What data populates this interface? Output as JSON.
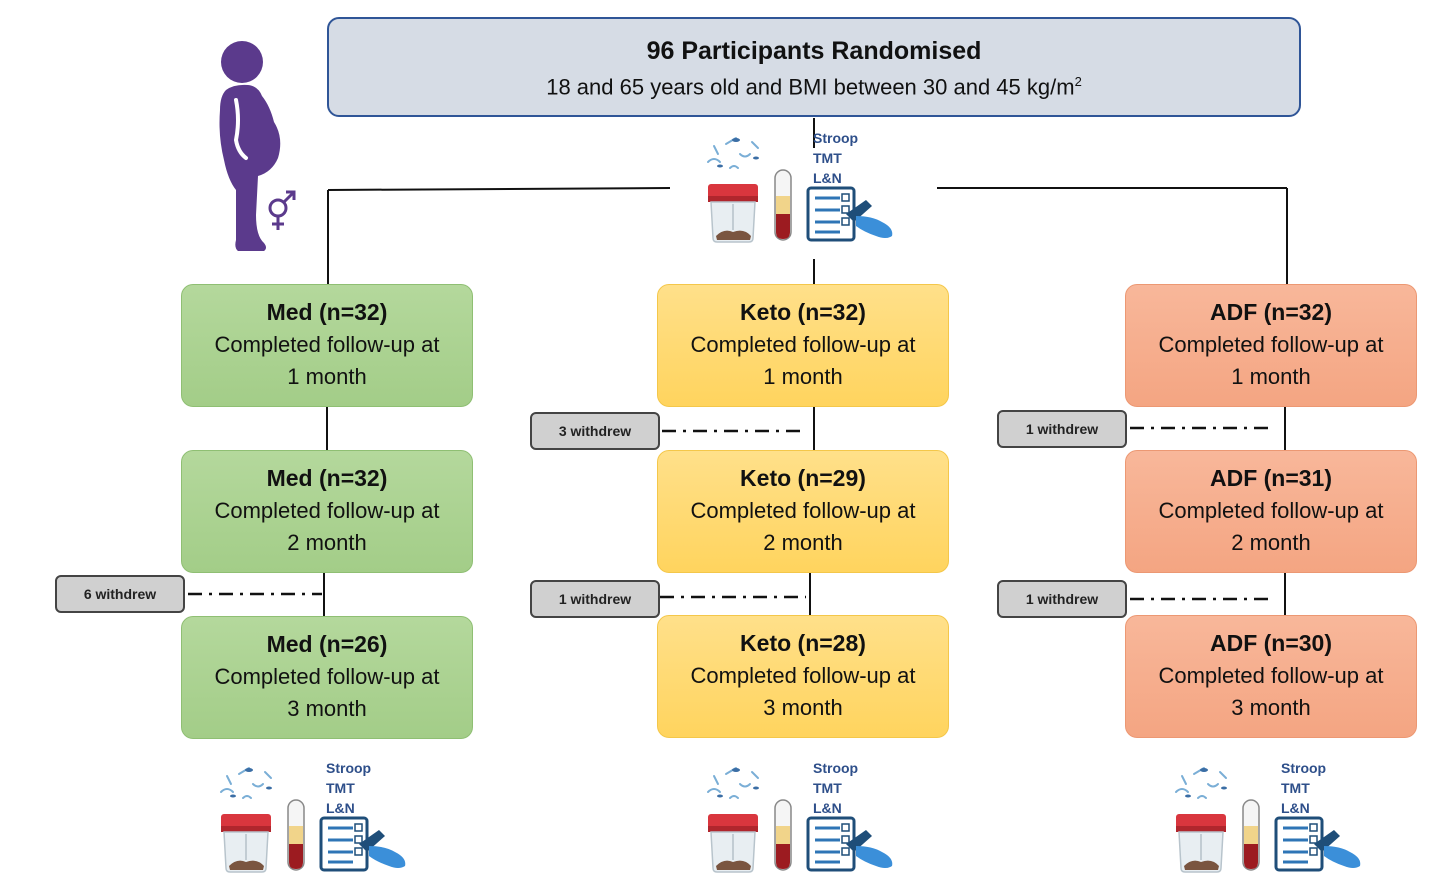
{
  "header": {
    "title": "96 Participants Randomised",
    "subtitle_main": "18 and 65 years old and BMI between 30 and 45 kg/m",
    "subtitle_sup": "2"
  },
  "tests": [
    "Stroop",
    "TMT",
    "L&N"
  ],
  "icons": {
    "participant": "pregnant-person-icon",
    "sex": "male-female-symbol-icon",
    "sample": "stool-sample-jar-icon",
    "blood": "blood-tube-icon",
    "questionnaire": "cognitive-test-clipboard-icon"
  },
  "colors": {
    "header_fill": "#d6dce5",
    "header_border": "#2f5597",
    "med": "#a9d18e",
    "keto": "#ffd966",
    "adf": "#f4b183",
    "figure": "#5b3a8c"
  },
  "arms": [
    {
      "boxes": [
        {
          "title": "Med (n=32)",
          "line2": "Completed follow-up at",
          "line3": "1 month"
        },
        {
          "title": "Med (n=32)",
          "line2": "Completed follow-up at",
          "line3": "2 month"
        },
        {
          "title": "Med (n=26)",
          "line2": "Completed follow-up at",
          "line3": "3 month"
        }
      ],
      "withdrawals": [
        "6 withdrew"
      ]
    },
    {
      "boxes": [
        {
          "title": "Keto (n=32)",
          "line2": "Completed follow-up at",
          "line3": "1 month"
        },
        {
          "title": "Keto (n=29)",
          "line2": "Completed follow-up at",
          "line3": "2 month"
        },
        {
          "title": "Keto (n=28)",
          "line2": "Completed follow-up at",
          "line3": "3 month"
        }
      ],
      "withdrawals": [
        "3 withdrew",
        "1 withdrew"
      ]
    },
    {
      "boxes": [
        {
          "title": "ADF (n=32)",
          "line2": "Completed follow-up at",
          "line3": "1 month"
        },
        {
          "title": "ADF (n=31)",
          "line2": "Completed follow-up at",
          "line3": "2 month"
        },
        {
          "title": "ADF (n=30)",
          "line2": "Completed follow-up at",
          "line3": "3 month"
        }
      ],
      "withdrawals": [
        "1 withdrew",
        "1 withdrew"
      ]
    }
  ]
}
